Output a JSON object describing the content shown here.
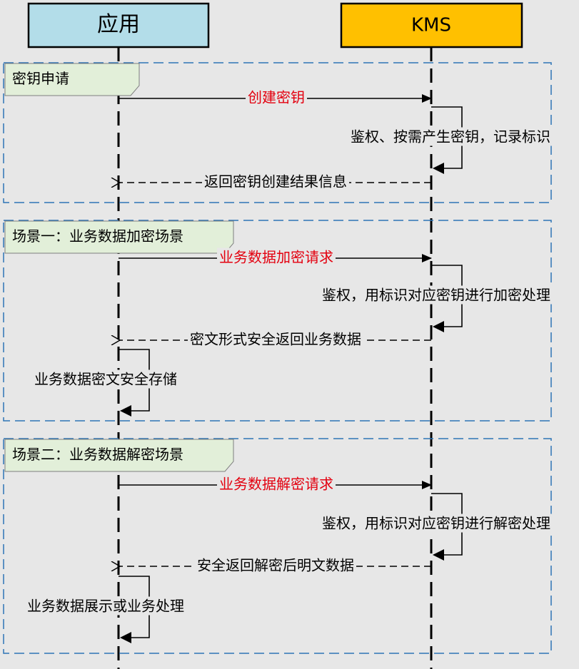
{
  "participants": {
    "app": {
      "label": "应用",
      "color": "#b3dde9"
    },
    "kms": {
      "label": "KMS",
      "color": "#ffc000"
    }
  },
  "frames": [
    {
      "title": "密钥申请",
      "steps": [
        {
          "type": "request",
          "label": "创建密钥",
          "label_color": "#e3000f"
        },
        {
          "type": "self_kms",
          "label": "鉴权、按需产生密钥，记录标识"
        },
        {
          "type": "return",
          "label": "返回密钥创建结果信息"
        }
      ]
    },
    {
      "title": "场景一：业务数据加密场景",
      "steps": [
        {
          "type": "request",
          "label": "业务数据加密请求",
          "label_color": "#e3000f"
        },
        {
          "type": "self_kms",
          "label": "鉴权，用标识对应密钥进行加密处理"
        },
        {
          "type": "return",
          "label": "密文形式安全返回业务数据"
        },
        {
          "type": "self_app",
          "label": "业务数据密文安全存储"
        }
      ]
    },
    {
      "title": "场景二：业务数据解密场景",
      "steps": [
        {
          "type": "request",
          "label": "业务数据解密请求",
          "label_color": "#e3000f"
        },
        {
          "type": "self_kms",
          "label": "鉴权，用标识对应密钥进行解密处理"
        },
        {
          "type": "return",
          "label": "安全返回解密后明文数据"
        },
        {
          "type": "self_app",
          "label": "业务数据展示或业务处理"
        }
      ]
    }
  ],
  "colors": {
    "background": "#e7e7e7",
    "frame_border": "#2e75b6",
    "frame_tab": "#e2efd9",
    "lifeline": "#000000"
  }
}
